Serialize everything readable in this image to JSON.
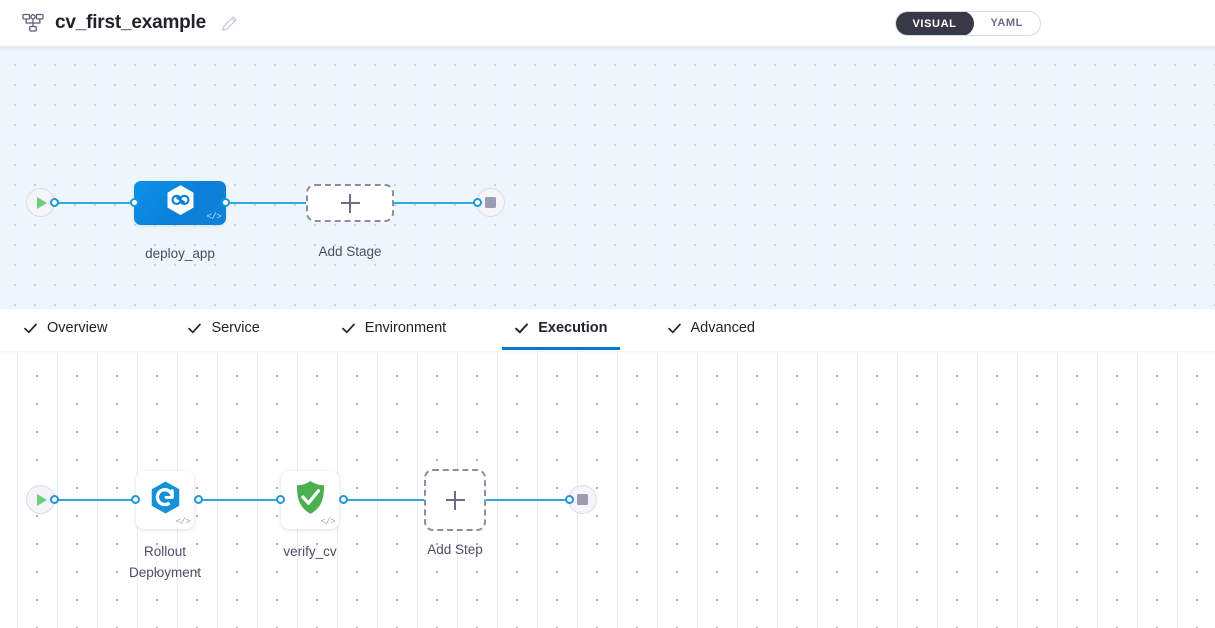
{
  "header": {
    "pipeline_icon": "pipeline-nodes-icon",
    "title": "cv_first_example",
    "edit_icon": "pencil-edit-icon",
    "mode_toggle": {
      "options": [
        {
          "label": "VISUAL",
          "active": true
        },
        {
          "label": "YAML",
          "active": false
        }
      ],
      "active_color": "#383946"
    }
  },
  "stage_canvas": {
    "background_color": "#edf7fb",
    "dot_color": "#b9d9e8",
    "start_node": {
      "icon": "play-icon",
      "color": "#6fcf79"
    },
    "end_node": {
      "icon": "stop-icon",
      "color": "#9b9cb0"
    },
    "stages": [
      {
        "label": "deploy_app",
        "icon": "harness-hexagon-deploy-icon",
        "color": "#0b85dd",
        "code_badge": "</>"
      }
    ],
    "add_stage": {
      "label": "Add Stage",
      "icon": "plus-icon"
    }
  },
  "tabs": [
    {
      "label": "Overview",
      "icon": "check-icon",
      "active": false
    },
    {
      "label": "Service",
      "icon": "check-icon",
      "active": false
    },
    {
      "label": "Environment",
      "icon": "check-icon",
      "active": false
    },
    {
      "label": "Execution",
      "icon": "check-icon",
      "active": true
    },
    {
      "label": "Advanced",
      "icon": "check-icon",
      "active": false
    }
  ],
  "tab_accent_color": "#0278d5",
  "step_canvas": {
    "background_color": "#ffffff",
    "dot_color": "#a9aabc",
    "start_node": {
      "icon": "play-icon",
      "color": "#6fcf79"
    },
    "end_node": {
      "icon": "stop-icon",
      "color": "#9b9cb0"
    },
    "steps": [
      {
        "label": "Rollout\nDeployment",
        "icon": "rollout-deployment-hexagon-icon",
        "color": "#1591d8",
        "code_badge": "</>"
      },
      {
        "label": "verify_cv",
        "icon": "shield-check-icon",
        "color": "#4caf50",
        "code_badge": "</>"
      }
    ],
    "add_step": {
      "label": "Add Step",
      "icon": "plus-icon"
    }
  },
  "edge_color": "#2eaadc"
}
